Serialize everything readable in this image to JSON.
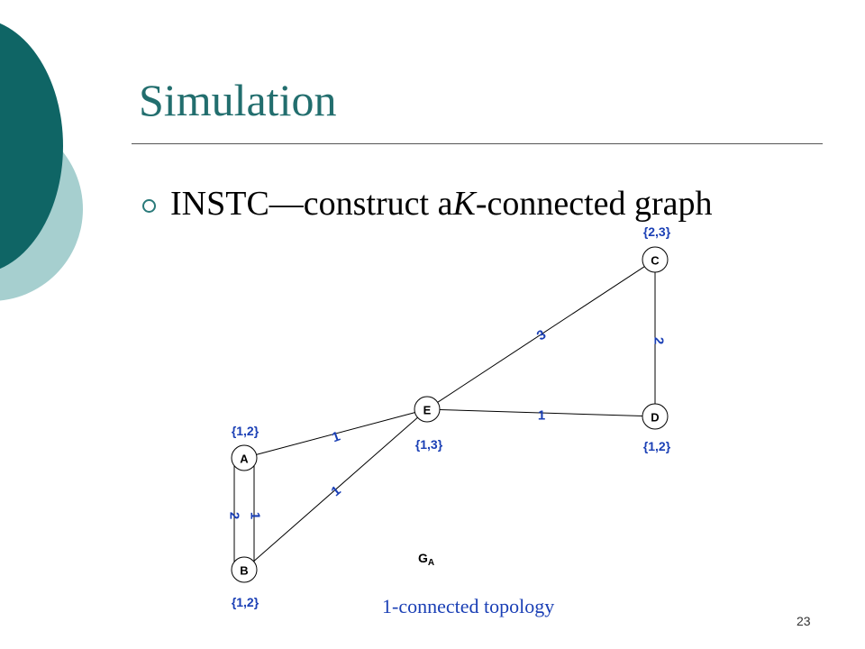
{
  "slide": {
    "title": "Simulation",
    "bullet": {
      "prefix": "INSTC—construct a ",
      "emphasis": "K",
      "suffix": "-connected graph"
    },
    "caption": "1-connected topology",
    "page_number": "23"
  },
  "colors": {
    "title": "#226e6e",
    "accent_dark": "#0f6565",
    "accent_light": "#a6cfcf",
    "diagram_text": "#1a3fb5",
    "caption": "#1a3fb5"
  },
  "graph": {
    "label": "G",
    "label_subscript": "A",
    "nodes": [
      {
        "id": "A",
        "label": "A",
        "set": "{1,2}"
      },
      {
        "id": "B",
        "label": "B",
        "set": "{1,2}"
      },
      {
        "id": "C",
        "label": "C",
        "set": "{2,3}"
      },
      {
        "id": "D",
        "label": "D",
        "set": "{1,2}"
      },
      {
        "id": "E",
        "label": "E",
        "set": "{1,3}"
      }
    ],
    "edges": [
      {
        "from": "A",
        "to": "E",
        "weight": "1"
      },
      {
        "from": "B",
        "to": "E",
        "weight": "1"
      },
      {
        "from": "E",
        "to": "C",
        "weight": "3"
      },
      {
        "from": "E",
        "to": "D",
        "weight": "1"
      },
      {
        "from": "C",
        "to": "D",
        "weight": "2"
      },
      {
        "from": "A",
        "to": "B",
        "weight": "2"
      },
      {
        "from": "A",
        "to": "B",
        "weight": "1"
      }
    ]
  }
}
